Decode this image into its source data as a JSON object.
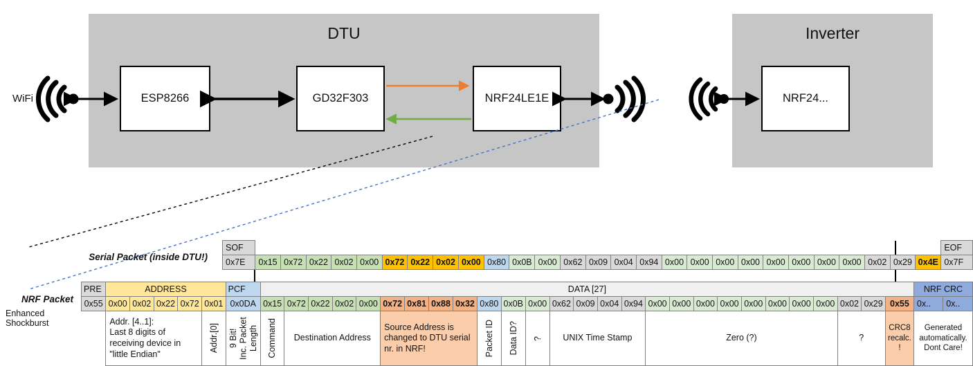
{
  "diagram": {
    "dtu": {
      "title": "DTU",
      "chips": [
        {
          "label": "ESP8266"
        },
        {
          "label": "GD32F303"
        },
        {
          "label": "NRF24LE1E"
        }
      ],
      "wifi_label": "WiFi",
      "arrow_colors": {
        "orange": "#ed7d31",
        "green": "#70ad47",
        "black": "#000000"
      }
    },
    "inverter": {
      "title": "Inverter",
      "chips": [
        {
          "label": "NRF24..."
        }
      ]
    },
    "connector_colors": {
      "black_dashed": "#000000",
      "blue_dashed": "#4472c4"
    }
  },
  "serial_packet": {
    "row_label": "Serial Packet (inside DTU!)",
    "sof_header": "SOF",
    "eof_header": "EOF",
    "sof_value": "0x7E",
    "eof_value": "0x7F",
    "bytes": [
      {
        "v": "0x15",
        "c": "g-green"
      },
      {
        "v": "0x72",
        "c": "g-green"
      },
      {
        "v": "0x22",
        "c": "g-green"
      },
      {
        "v": "0x02",
        "c": "g-green"
      },
      {
        "v": "0x00",
        "c": "g-green"
      },
      {
        "v": "0x72",
        "c": "g-amber"
      },
      {
        "v": "0x22",
        "c": "g-amber"
      },
      {
        "v": "0x02",
        "c": "g-amber"
      },
      {
        "v": "0x00",
        "c": "g-amber"
      },
      {
        "v": "0x80",
        "c": "g-blue"
      },
      {
        "v": "0x0B",
        "c": "g-green-l"
      },
      {
        "v": "0x00",
        "c": "g-green-l"
      },
      {
        "v": "0x62",
        "c": "g-gray"
      },
      {
        "v": "0x09",
        "c": "g-gray"
      },
      {
        "v": "0x04",
        "c": "g-gray"
      },
      {
        "v": "0x94",
        "c": "g-gray"
      },
      {
        "v": "0x00",
        "c": "g-green-l"
      },
      {
        "v": "0x00",
        "c": "g-green-l"
      },
      {
        "v": "0x00",
        "c": "g-green-l"
      },
      {
        "v": "0x00",
        "c": "g-green-l"
      },
      {
        "v": "0x00",
        "c": "g-green-l"
      },
      {
        "v": "0x00",
        "c": "g-green-l"
      },
      {
        "v": "0x00",
        "c": "g-green-l"
      },
      {
        "v": "0x00",
        "c": "g-green-l"
      },
      {
        "v": "0x02",
        "c": "g-gray"
      },
      {
        "v": "0x29",
        "c": "g-gray"
      },
      {
        "v": "0x4E",
        "c": "g-amber"
      }
    ]
  },
  "nrf_packet": {
    "row_label": "NRF Packet",
    "row_sublabel": "Enhanced Shockburst",
    "headers": {
      "pre": "PRE",
      "address": "ADDRESS",
      "pcf": "PCF",
      "data": "DATA [27]",
      "crc": "NRF CRC"
    },
    "pre_value": "0x55",
    "address_values": [
      "0x00",
      "0x02",
      "0x22",
      "0x72",
      "0x01"
    ],
    "pcf_value": "0x0DA",
    "crc_values": [
      "0x..",
      "0x.."
    ],
    "bytes": [
      {
        "v": "0x15",
        "c": "g-green"
      },
      {
        "v": "0x72",
        "c": "g-green"
      },
      {
        "v": "0x22",
        "c": "g-green"
      },
      {
        "v": "0x02",
        "c": "g-green"
      },
      {
        "v": "0x00",
        "c": "g-green"
      },
      {
        "v": "0x72",
        "c": "g-salmon"
      },
      {
        "v": "0x81",
        "c": "g-salmon"
      },
      {
        "v": "0x88",
        "c": "g-salmon"
      },
      {
        "v": "0x32",
        "c": "g-salmon"
      },
      {
        "v": "0x80",
        "c": "g-blue"
      },
      {
        "v": "0x0B",
        "c": "g-green-l"
      },
      {
        "v": "0x00",
        "c": "g-green-l"
      },
      {
        "v": "0x62",
        "c": "g-gray"
      },
      {
        "v": "0x09",
        "c": "g-gray"
      },
      {
        "v": "0x04",
        "c": "g-gray"
      },
      {
        "v": "0x94",
        "c": "g-gray"
      },
      {
        "v": "0x00",
        "c": "g-green-l"
      },
      {
        "v": "0x00",
        "c": "g-green-l"
      },
      {
        "v": "0x00",
        "c": "g-green-l"
      },
      {
        "v": "0x00",
        "c": "g-green-l"
      },
      {
        "v": "0x00",
        "c": "g-green-l"
      },
      {
        "v": "0x00",
        "c": "g-green-l"
      },
      {
        "v": "0x00",
        "c": "g-green-l"
      },
      {
        "v": "0x00",
        "c": "g-green-l"
      },
      {
        "v": "0x02",
        "c": "g-gray"
      },
      {
        "v": "0x29",
        "c": "g-gray"
      },
      {
        "v": "0x55",
        "c": "g-salmon"
      }
    ],
    "descriptions": {
      "address": "Addr. [4..1]:\nLast 8 digits of receiving device in \"little Endian\"",
      "addr0": "Addr.[0]",
      "pcf": "9 Bit!\nInc. Packet Length",
      "command": "Command",
      "destination": "Destination Address",
      "source": "Source Address is changed to DTU serial nr. in NRF!",
      "packet_id": "Packet ID",
      "data_id": "Data ID?",
      "unknown1": "?",
      "timestamp": "UNIX Time Stamp",
      "zero": "Zero (?)",
      "unknown2": "?",
      "crc8": "CRC8 recalc. !",
      "nrf_crc": "Generated automatically. Dont Care!"
    }
  }
}
